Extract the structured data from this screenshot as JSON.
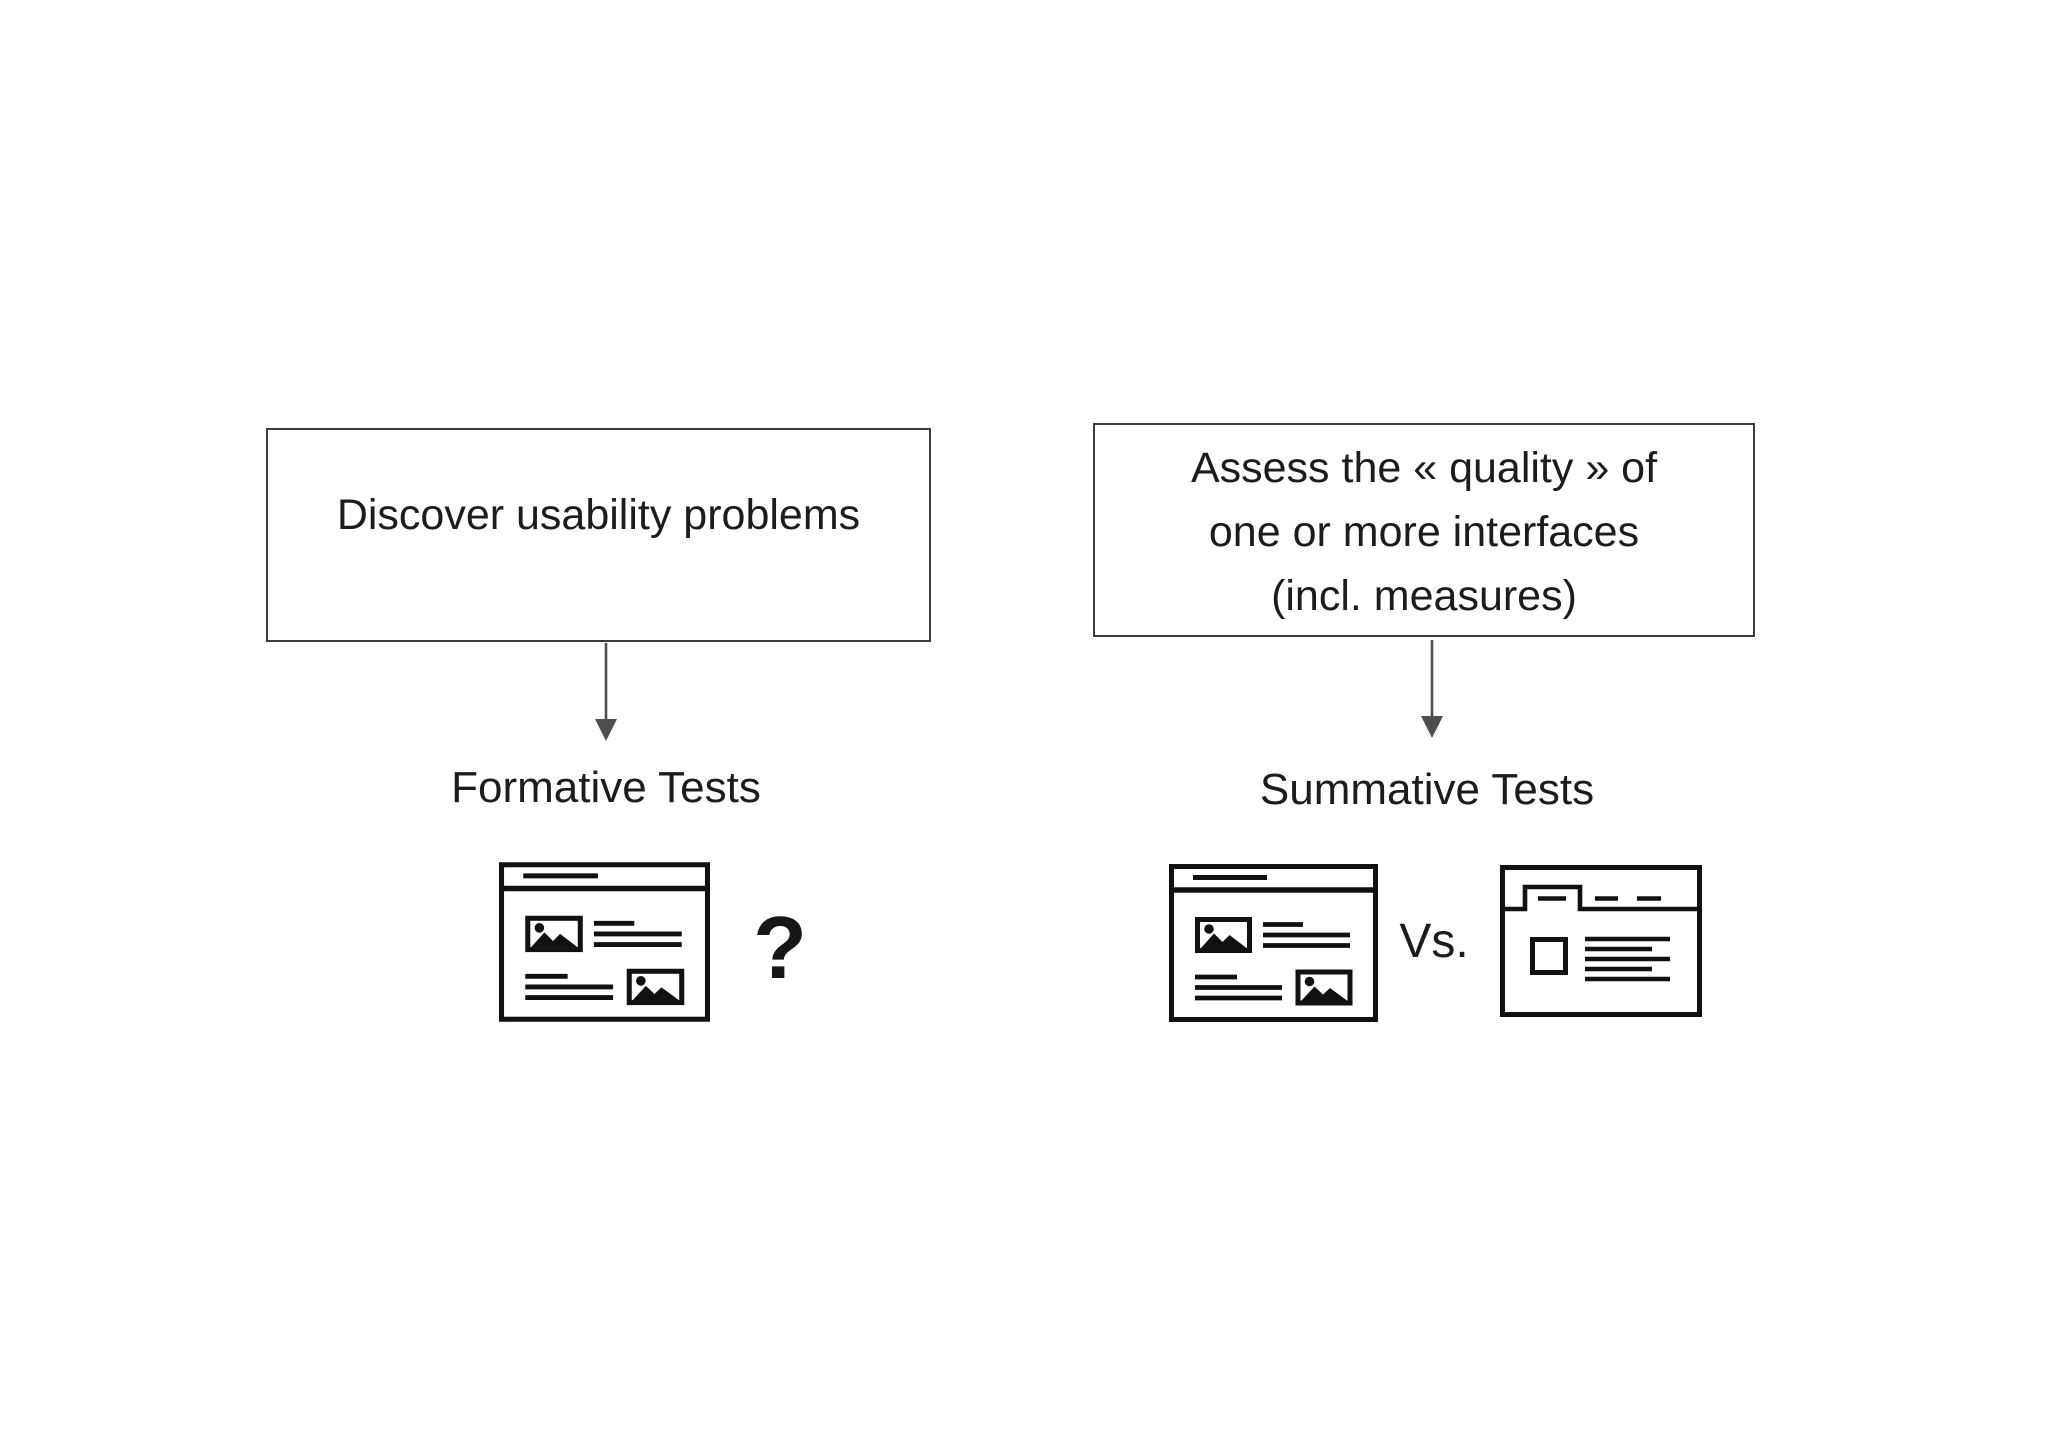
{
  "colors": {
    "background": "#ffffff",
    "box_border": "#3b3b3b",
    "text": "#1c1c1c",
    "arrow": "#4f4f4f",
    "icon_stroke": "#111111",
    "hatch": "#e5e5e5"
  },
  "left_column": {
    "box_text": "Discover usability problems",
    "label": "Formative Tests",
    "question_mark": "?",
    "icon": "webpage-wireframe-icon"
  },
  "right_column": {
    "box_lines": [
      "Assess the « quality » of",
      "one or more interfaces",
      "(incl. measures)"
    ],
    "label": "Summative Tests",
    "versus": "Vs.",
    "icons": [
      "webpage-wireframe-icon",
      "webpage-tab-wireframe-icon"
    ]
  }
}
